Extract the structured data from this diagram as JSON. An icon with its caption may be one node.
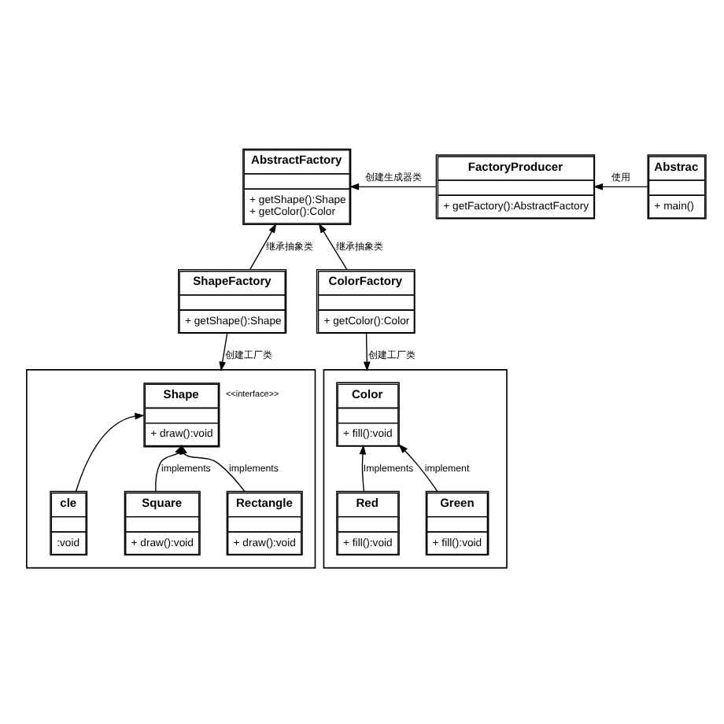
{
  "diagram": {
    "nodes": [
      {
        "text": [
          "AbstractFactory",
          "+ getShape():Shape",
          "+ getColor():Color"
        ]
      },
      {
        "text": [
          "FactoryProducer",
          "+ getFactory():AbstractFactory"
        ]
      },
      {
        "text": [
          "Abstrac",
          "+ main()"
        ]
      },
      {
        "text": [
          "ShapeFactory",
          "+ getShape():Shape"
        ]
      },
      {
        "text": [
          "ColorFactory",
          "+ getColor():Color"
        ]
      },
      {
        "text": [],
        "shape": "box"
      },
      {
        "text": [
          "Shape",
          "+ draw():void"
        ],
        "beside": [
          "<<interface>>"
        ],
        "in": 5
      },
      {
        "text": [
          "cle",
          ":void"
        ],
        "in": 5
      },
      {
        "text": [
          "Square",
          "+ draw():void"
        ],
        "in": 5
      },
      {
        "text": [
          "Rectangle",
          "+ draw():void"
        ],
        "in": 5
      },
      {
        "text": [],
        "shape": "box"
      },
      {
        "text": [
          "Color",
          "+ fill():void"
        ],
        "in": 10
      },
      {
        "text": [
          "Red",
          "+ fill():void"
        ],
        "in": 10
      },
      {
        "text": [
          "Green",
          "+ fill():void"
        ],
        "in": 10
      }
    ],
    "edges": [
      {
        "from": 1,
        "to": 0,
        "arrow": "to",
        "label": "创建生成器类"
      },
      {
        "from": 2,
        "to": 1,
        "arrow": "to",
        "label": "使用"
      },
      {
        "from": 3,
        "to": 0,
        "arrow": "to",
        "label": "继承抽象类"
      },
      {
        "from": 4,
        "to": 0,
        "arrow": "to",
        "label": "继承抽象类"
      },
      {
        "from": 3,
        "to": 5,
        "arrow": "to",
        "label": "创建工厂类"
      },
      {
        "from": 4,
        "to": 10,
        "arrow": "to",
        "label": "创建工厂类"
      },
      {
        "from": 7,
        "to": 6,
        "arrow": "to"
      },
      {
        "from": 8,
        "to": 6,
        "arrow": "to",
        "label": "implements"
      },
      {
        "from": 9,
        "to": 6,
        "arrow": "to",
        "label": "implements"
      },
      {
        "from": 12,
        "to": 11,
        "arrow": "to",
        "label": "Implements"
      },
      {
        "from": 13,
        "to": 11,
        "arrow": "to",
        "label": "implement"
      }
    ]
  }
}
